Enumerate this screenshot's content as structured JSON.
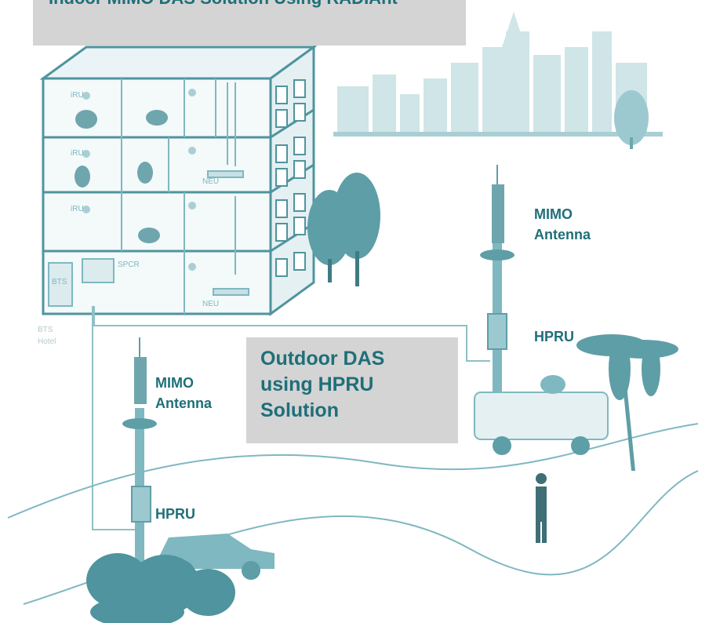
{
  "title": "Indoor MIMO DAS  Solution Using RADIAnt",
  "outdoor_callout": {
    "line1": "Outdoor DAS",
    "line2": "using HPRU",
    "line3": "Solution"
  },
  "labels": {
    "mimo_antenna_right_1": "MIMO",
    "mimo_antenna_right_2": "Antenna",
    "hpru_right": "HPRU",
    "mimo_antenna_left_1": "MIMO",
    "mimo_antenna_left_2": "Antenna",
    "hpru_left": "HPRU"
  },
  "building_labels": {
    "iru_1": "iRU",
    "iru_2": "iRU",
    "iru_3": "iRU",
    "neu_1": "NEU",
    "neu_2": "NEU",
    "spcr": "SPCR",
    "bts": "BTS",
    "bts_hotel_1": "BTS",
    "bts_hotel_2": "Hotel"
  },
  "colors": {
    "illustration": "#7fb8c0",
    "illustration_dark": "#4f949e",
    "illustration_light": "#c5e0e4",
    "callout_bg": "#d4d4d4",
    "text": "#1f6f79"
  }
}
